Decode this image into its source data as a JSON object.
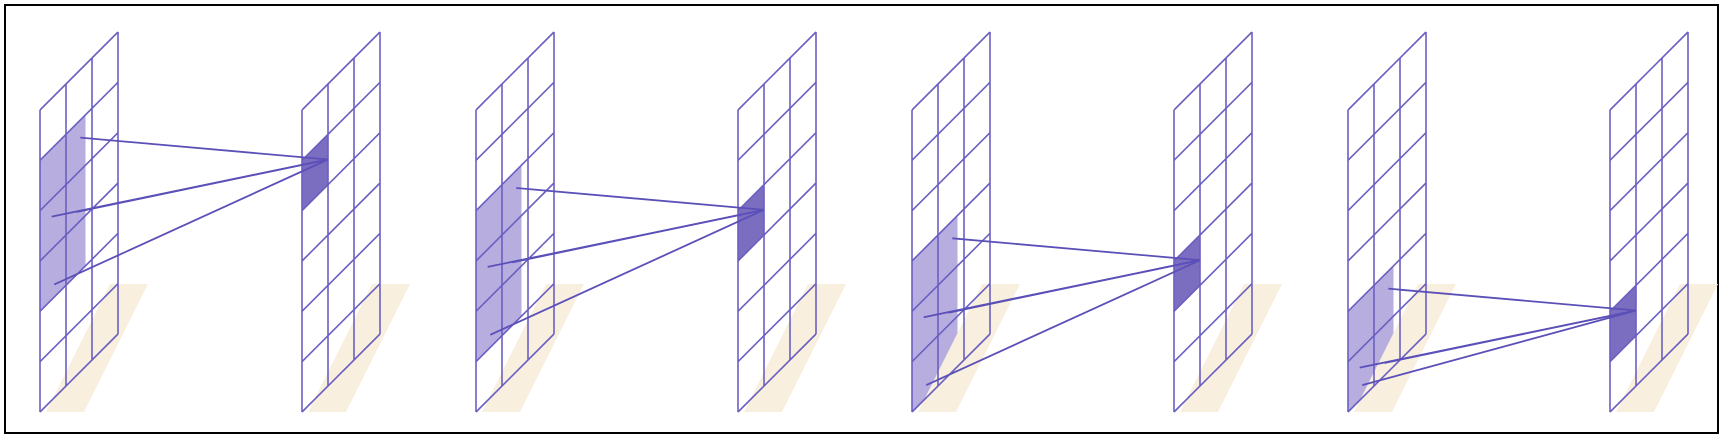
{
  "figure": {
    "caption": "",
    "panel_count": 4
  },
  "grids": {
    "input_rows": 6,
    "input_cols": 3,
    "output_rows": 6,
    "output_cols": 3
  },
  "colors": {
    "frame": "#000000",
    "grid_line": "#6a5fc1",
    "connection_line": "#5b50b8",
    "input_highlight": "#b7addf",
    "output_highlight": "#7b6dc0",
    "floor_shadow": "#f8efdf"
  },
  "panels": [
    {
      "name": "panel-step-1",
      "input_window_start_row": 1,
      "input_window_rows": 3,
      "output_cell_row": 1,
      "connection_count": 4
    },
    {
      "name": "panel-step-2",
      "input_window_start_row": 2,
      "input_window_rows": 3,
      "output_cell_row": 2,
      "connection_count": 4
    },
    {
      "name": "panel-step-3",
      "input_window_start_row": 3,
      "input_window_rows": 3,
      "output_cell_row": 3,
      "connection_count": 4
    },
    {
      "name": "panel-step-4",
      "input_window_start_row": 4,
      "input_window_rows": 2,
      "output_cell_row": 4,
      "connection_count": 4
    }
  ]
}
